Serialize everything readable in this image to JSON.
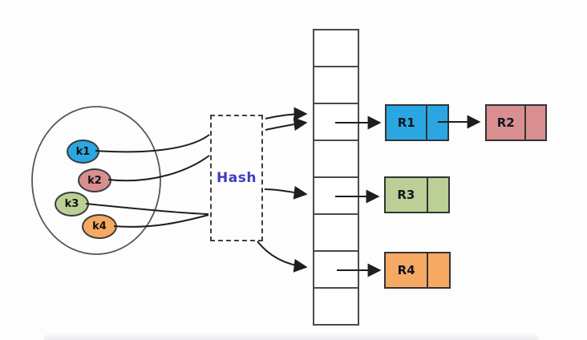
{
  "diagram_type": "hash-table-with-chaining",
  "key_set": {
    "keys": [
      {
        "id": "k1",
        "label": "k1",
        "color": "#2aa7e3"
      },
      {
        "id": "k2",
        "label": "k2",
        "color": "#d98f8f"
      },
      {
        "id": "k3",
        "label": "k3",
        "color": "#bccf96"
      },
      {
        "id": "k4",
        "label": "k4",
        "color": "#f6a963"
      }
    ]
  },
  "hash_function": {
    "label": "Hash",
    "label_color": "#3d3dbf"
  },
  "hash_table": {
    "cell_count": 8,
    "bucket_rows_with_arrows": [
      3,
      5,
      7
    ]
  },
  "records": [
    {
      "id": "R1",
      "label": "R1",
      "color": "#2aa7e3",
      "next": "R2"
    },
    {
      "id": "R2",
      "label": "R2",
      "color": "#d98f8f",
      "next": null
    },
    {
      "id": "R3",
      "label": "R3",
      "color": "#bccf96",
      "next": null
    },
    {
      "id": "R4",
      "label": "R4",
      "color": "#f6a963",
      "next": null
    }
  ],
  "colors": {
    "line": "#1e1e1e",
    "ellipse_outline": "#555555",
    "box_border": "#333333",
    "background": "#fdfdfd"
  }
}
